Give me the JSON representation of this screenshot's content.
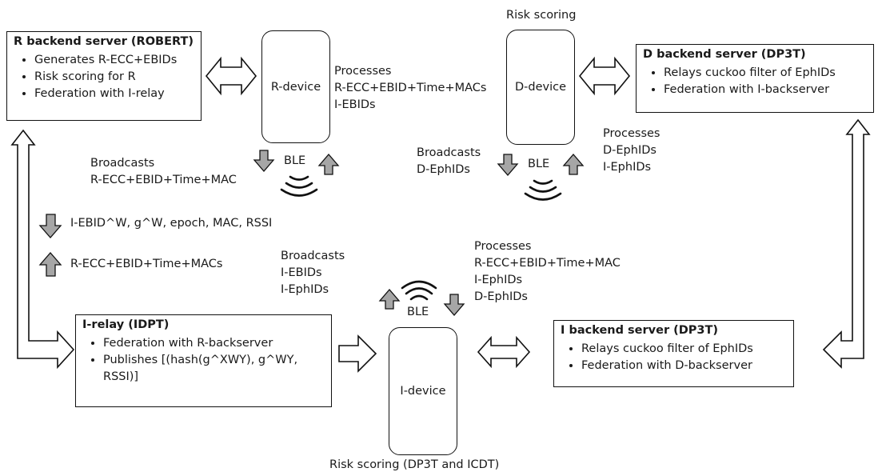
{
  "boxes": {
    "r_backend": {
      "title": "R backend server (ROBERT)",
      "items": [
        "Generates R-ECC+EBIDs",
        "Risk scoring for R",
        "Federation with I-relay"
      ]
    },
    "d_backend": {
      "title": "D backend server (DP3T)",
      "items": [
        "Relays cuckoo filter of EphIDs",
        "Federation with I-backserver"
      ]
    },
    "i_relay": {
      "title": "I-relay (IDPT)",
      "items": [
        "Federation with R-backserver",
        "Publishes [(hash(g^XWY), g^WY,"
      ],
      "item_cont": "RSSI)]"
    },
    "i_backend": {
      "title": "I backend server (DP3T)",
      "items": [
        "Relays cuckoo filter of EphIDs",
        "Federation with D-backserver"
      ]
    }
  },
  "devices": {
    "r": "R-device",
    "d": "D-device",
    "i": "I-device"
  },
  "labels": {
    "risk_scoring_top": "Risk scoring",
    "risk_scoring_bottom": "Risk scoring (DP3T and ICDT)",
    "r_processes": [
      "Processes",
      "R-ECC+EBID+Time+MACs",
      "I-EBIDs"
    ],
    "d_processes": [
      "Processes",
      "D-EphIDs",
      "I-EphIDs"
    ],
    "r_broadcasts": [
      "Broadcasts",
      "R-ECC+EBID+Time+MAC"
    ],
    "d_broadcasts": [
      "Broadcasts",
      "D-EphIDs"
    ],
    "i_broadcasts": [
      "Broadcasts",
      "I-EBIDs",
      "I-EphIDs"
    ],
    "i_processes": [
      "Processes",
      "R-ECC+EBID+Time+MAC",
      "I-EphIDs",
      "D-EphIDs"
    ],
    "ble": "BLE",
    "down_msg": "I-EBID^W, g^W, epoch, MAC, RSSI",
    "up_msg": "R-ECC+EBID+Time+MACs"
  },
  "colors": {
    "ble_arrow_fill": "#a6a6a6",
    "stroke": "#111111"
  }
}
